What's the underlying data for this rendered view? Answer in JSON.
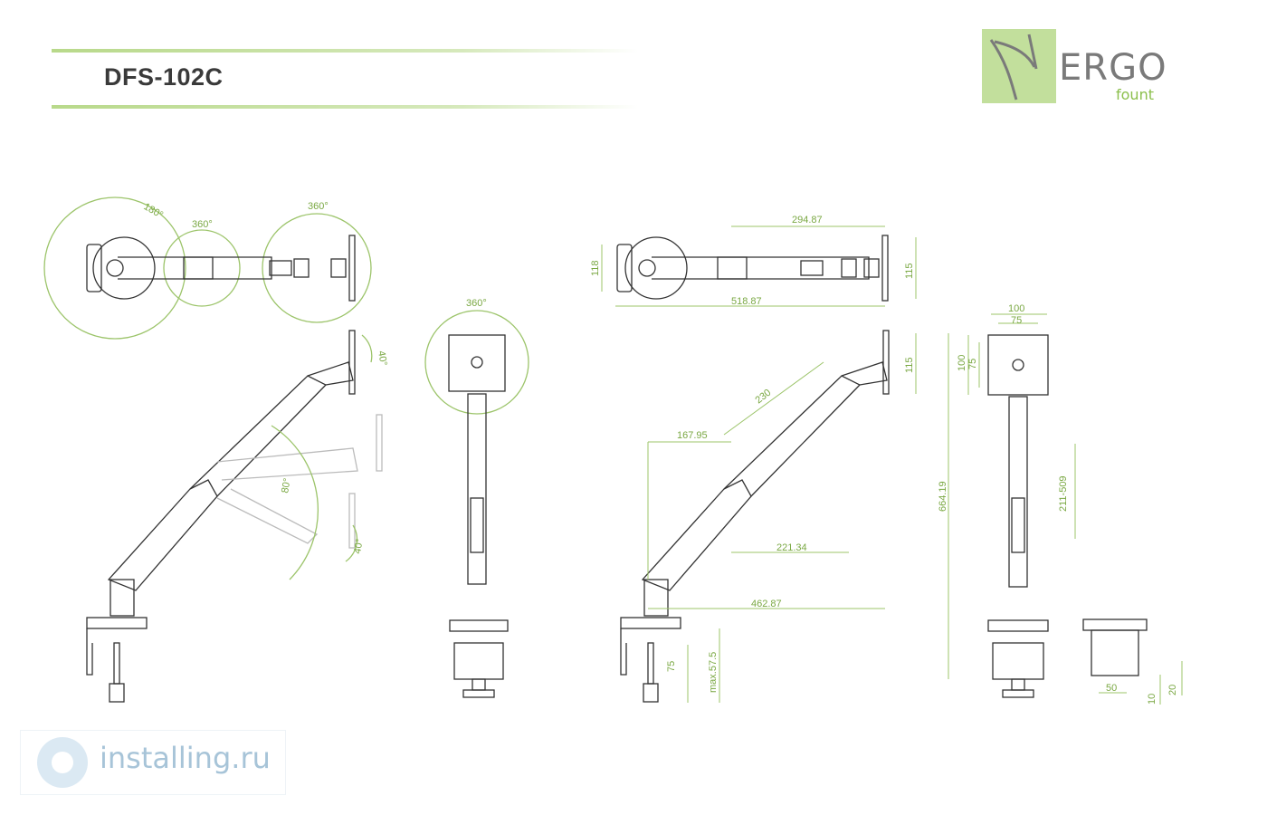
{
  "header": {
    "title": "DFS-102C"
  },
  "logo": {
    "word": "ERGO",
    "sub": "fount"
  },
  "watermark": {
    "text": "installing.ru"
  },
  "colors": {
    "accent": "#8bbf4c",
    "line": "#333333",
    "dim": "#9cc46a"
  },
  "views": {
    "top_left": {
      "angle_180": "180°",
      "angle_360a": "360°",
      "angle_360b": "360°"
    },
    "side_left": {
      "tilt_top": "40°",
      "lift": "80°",
      "tilt_bottom": "40°"
    },
    "front": {
      "rotate": "360°"
    },
    "top_dims": {
      "length_arm": "294.87",
      "length_total": "518.87",
      "height_left": "118",
      "height_right": "115"
    },
    "side_dims": {
      "arm": "230",
      "offset": "167.95",
      "reach_mid": "221.34",
      "reach_total": "462.87",
      "plate": "115",
      "clamp": "75",
      "clamp_max": "max.57.5"
    },
    "front_dims": {
      "vesa_outer_w": "100",
      "vesa_inner_w": "75",
      "vesa_outer_h": "100",
      "vesa_inner_h": "75",
      "total_height": "664.19",
      "adjust": "211-509"
    },
    "clamp_dims": {
      "width": "50",
      "depth_a": "10",
      "depth_b": "20"
    }
  }
}
